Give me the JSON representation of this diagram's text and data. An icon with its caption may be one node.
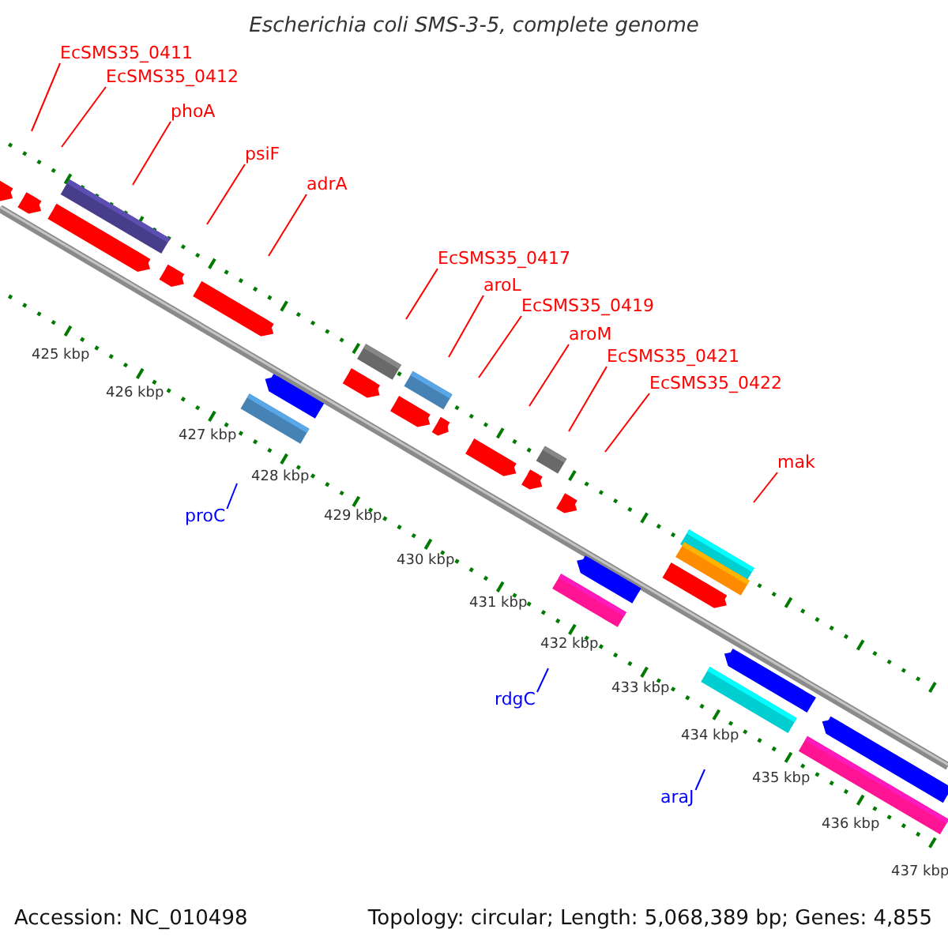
{
  "diagram": {
    "title": "Escherichia coli SMS-3-5, complete genome",
    "nodes": [
      {
        "text": [
          "EcSMS35_0411"
        ]
      },
      {
        "text": [
          "EcSMS35_0412"
        ]
      },
      {
        "text": [
          "phoA"
        ]
      },
      {
        "text": [
          "psiF"
        ]
      },
      {
        "text": [
          "adrA"
        ]
      },
      {
        "text": [
          "EcSMS35_0417"
        ]
      },
      {
        "text": [
          "aroL"
        ]
      },
      {
        "text": [
          "EcSMS35_0419"
        ]
      },
      {
        "text": [
          "aroM"
        ]
      },
      {
        "text": [
          "EcSMS35_0421"
        ]
      },
      {
        "text": [
          "EcSMS35_0422"
        ]
      },
      {
        "text": [
          "mak"
        ]
      },
      {
        "text": [
          "proC"
        ]
      },
      {
        "text": [
          "rdgC"
        ]
      },
      {
        "text": [
          "araJ"
        ]
      }
    ],
    "edges": [
      {
        "from": 0,
        "to": null,
        "arrow": "none"
      },
      {
        "from": 1,
        "to": null,
        "arrow": "none"
      },
      {
        "from": 2,
        "to": null,
        "arrow": "none"
      },
      {
        "from": 3,
        "to": null,
        "arrow": "none"
      },
      {
        "from": 4,
        "to": null,
        "arrow": "none"
      },
      {
        "from": 5,
        "to": null,
        "arrow": "none"
      },
      {
        "from": 6,
        "to": null,
        "arrow": "none"
      },
      {
        "from": 7,
        "to": null,
        "arrow": "none"
      },
      {
        "from": 8,
        "to": null,
        "arrow": "none"
      },
      {
        "from": 9,
        "to": null,
        "arrow": "none"
      },
      {
        "from": 10,
        "to": null,
        "arrow": "none"
      },
      {
        "from": 11,
        "to": null,
        "arrow": "none"
      },
      {
        "from": 12,
        "to": null,
        "arrow": "none",
        "color": "#0000ff"
      },
      {
        "from": 13,
        "to": null,
        "arrow": "none",
        "color": "#0000ff"
      },
      {
        "from": 14,
        "to": null,
        "arrow": "none",
        "color": "#0000ff"
      }
    ],
    "labels": [
      "425 kbp",
      "426 kbp",
      "427 kbp",
      "428 kbp",
      "429 kbp",
      "430 kbp",
      "431 kbp",
      "432 kbp",
      "433 kbp",
      "434 kbp",
      "435 kbp",
      "436 kbp",
      "437 kbp",
      "Accession: NC_010498",
      "Topology: circular; Length: 5,068,389 bp; Genes: 4,855"
    ]
  }
}
